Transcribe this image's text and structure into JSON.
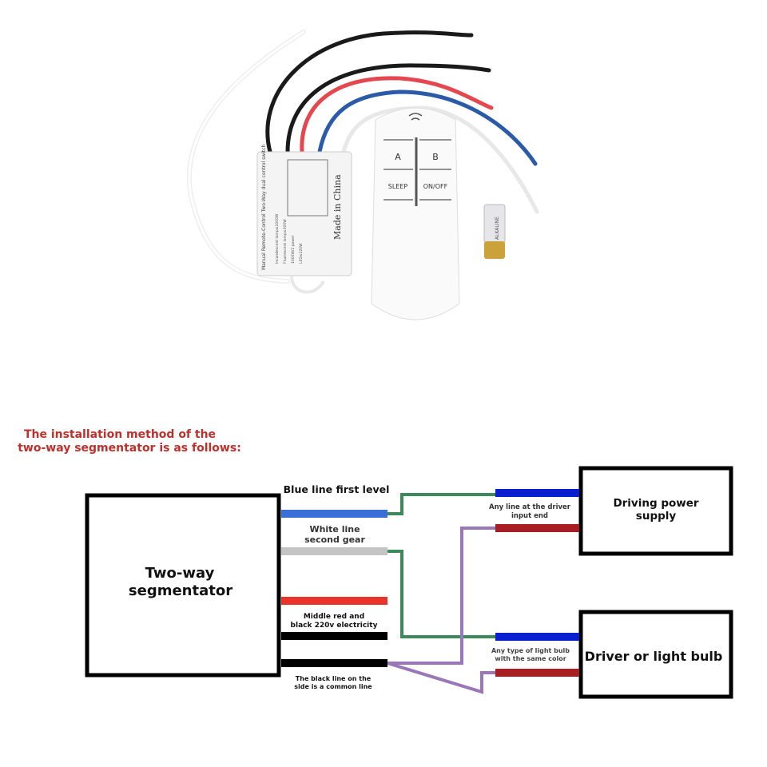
{
  "product": {
    "module_label": "Manual Remote-Control Two-Way dual control switch",
    "module_specs": [
      "Incandescent lamp≤1000W",
      "Fluorescent lamp≤300W",
      "1000W/2 power",
      "LED≤120W"
    ],
    "module_made_in": "Made in China",
    "remote_buttons": [
      "A",
      "B",
      "SLEEP",
      "ON/OFF"
    ],
    "battery_label": "ALKALINE"
  },
  "heading": {
    "line1": "The installation method of the",
    "line2": "two-way segmentator is as follows:"
  },
  "diagram": {
    "main_box": {
      "line1": "Two-way",
      "line2": "segmentator"
    },
    "power_box": {
      "line1": "Driving power",
      "line2": "supply"
    },
    "bulb_box": {
      "line1": "Driver or light bulb"
    },
    "labels": {
      "blue": "Blue line first level",
      "white1": "White line",
      "white2": "second gear",
      "redblack1": "Middle red and",
      "redblack2": "black 220v electricity",
      "common1": "The black line on the",
      "common2": "side is a common line",
      "driver1": "Any line at the driver",
      "driver2": "input end",
      "bulb1": "Any type of light bulb",
      "bulb2": "with the same color"
    },
    "colors": {
      "blue": "#3a6fd8",
      "gray": "#c4c4c4",
      "red": "#e8322a",
      "black": "#000000",
      "green": "#3a8a5a",
      "purple": "#9a78b8",
      "darkblue": "#0a1fd0",
      "darkred": "#a81e22",
      "heading": "#c0302a"
    }
  }
}
